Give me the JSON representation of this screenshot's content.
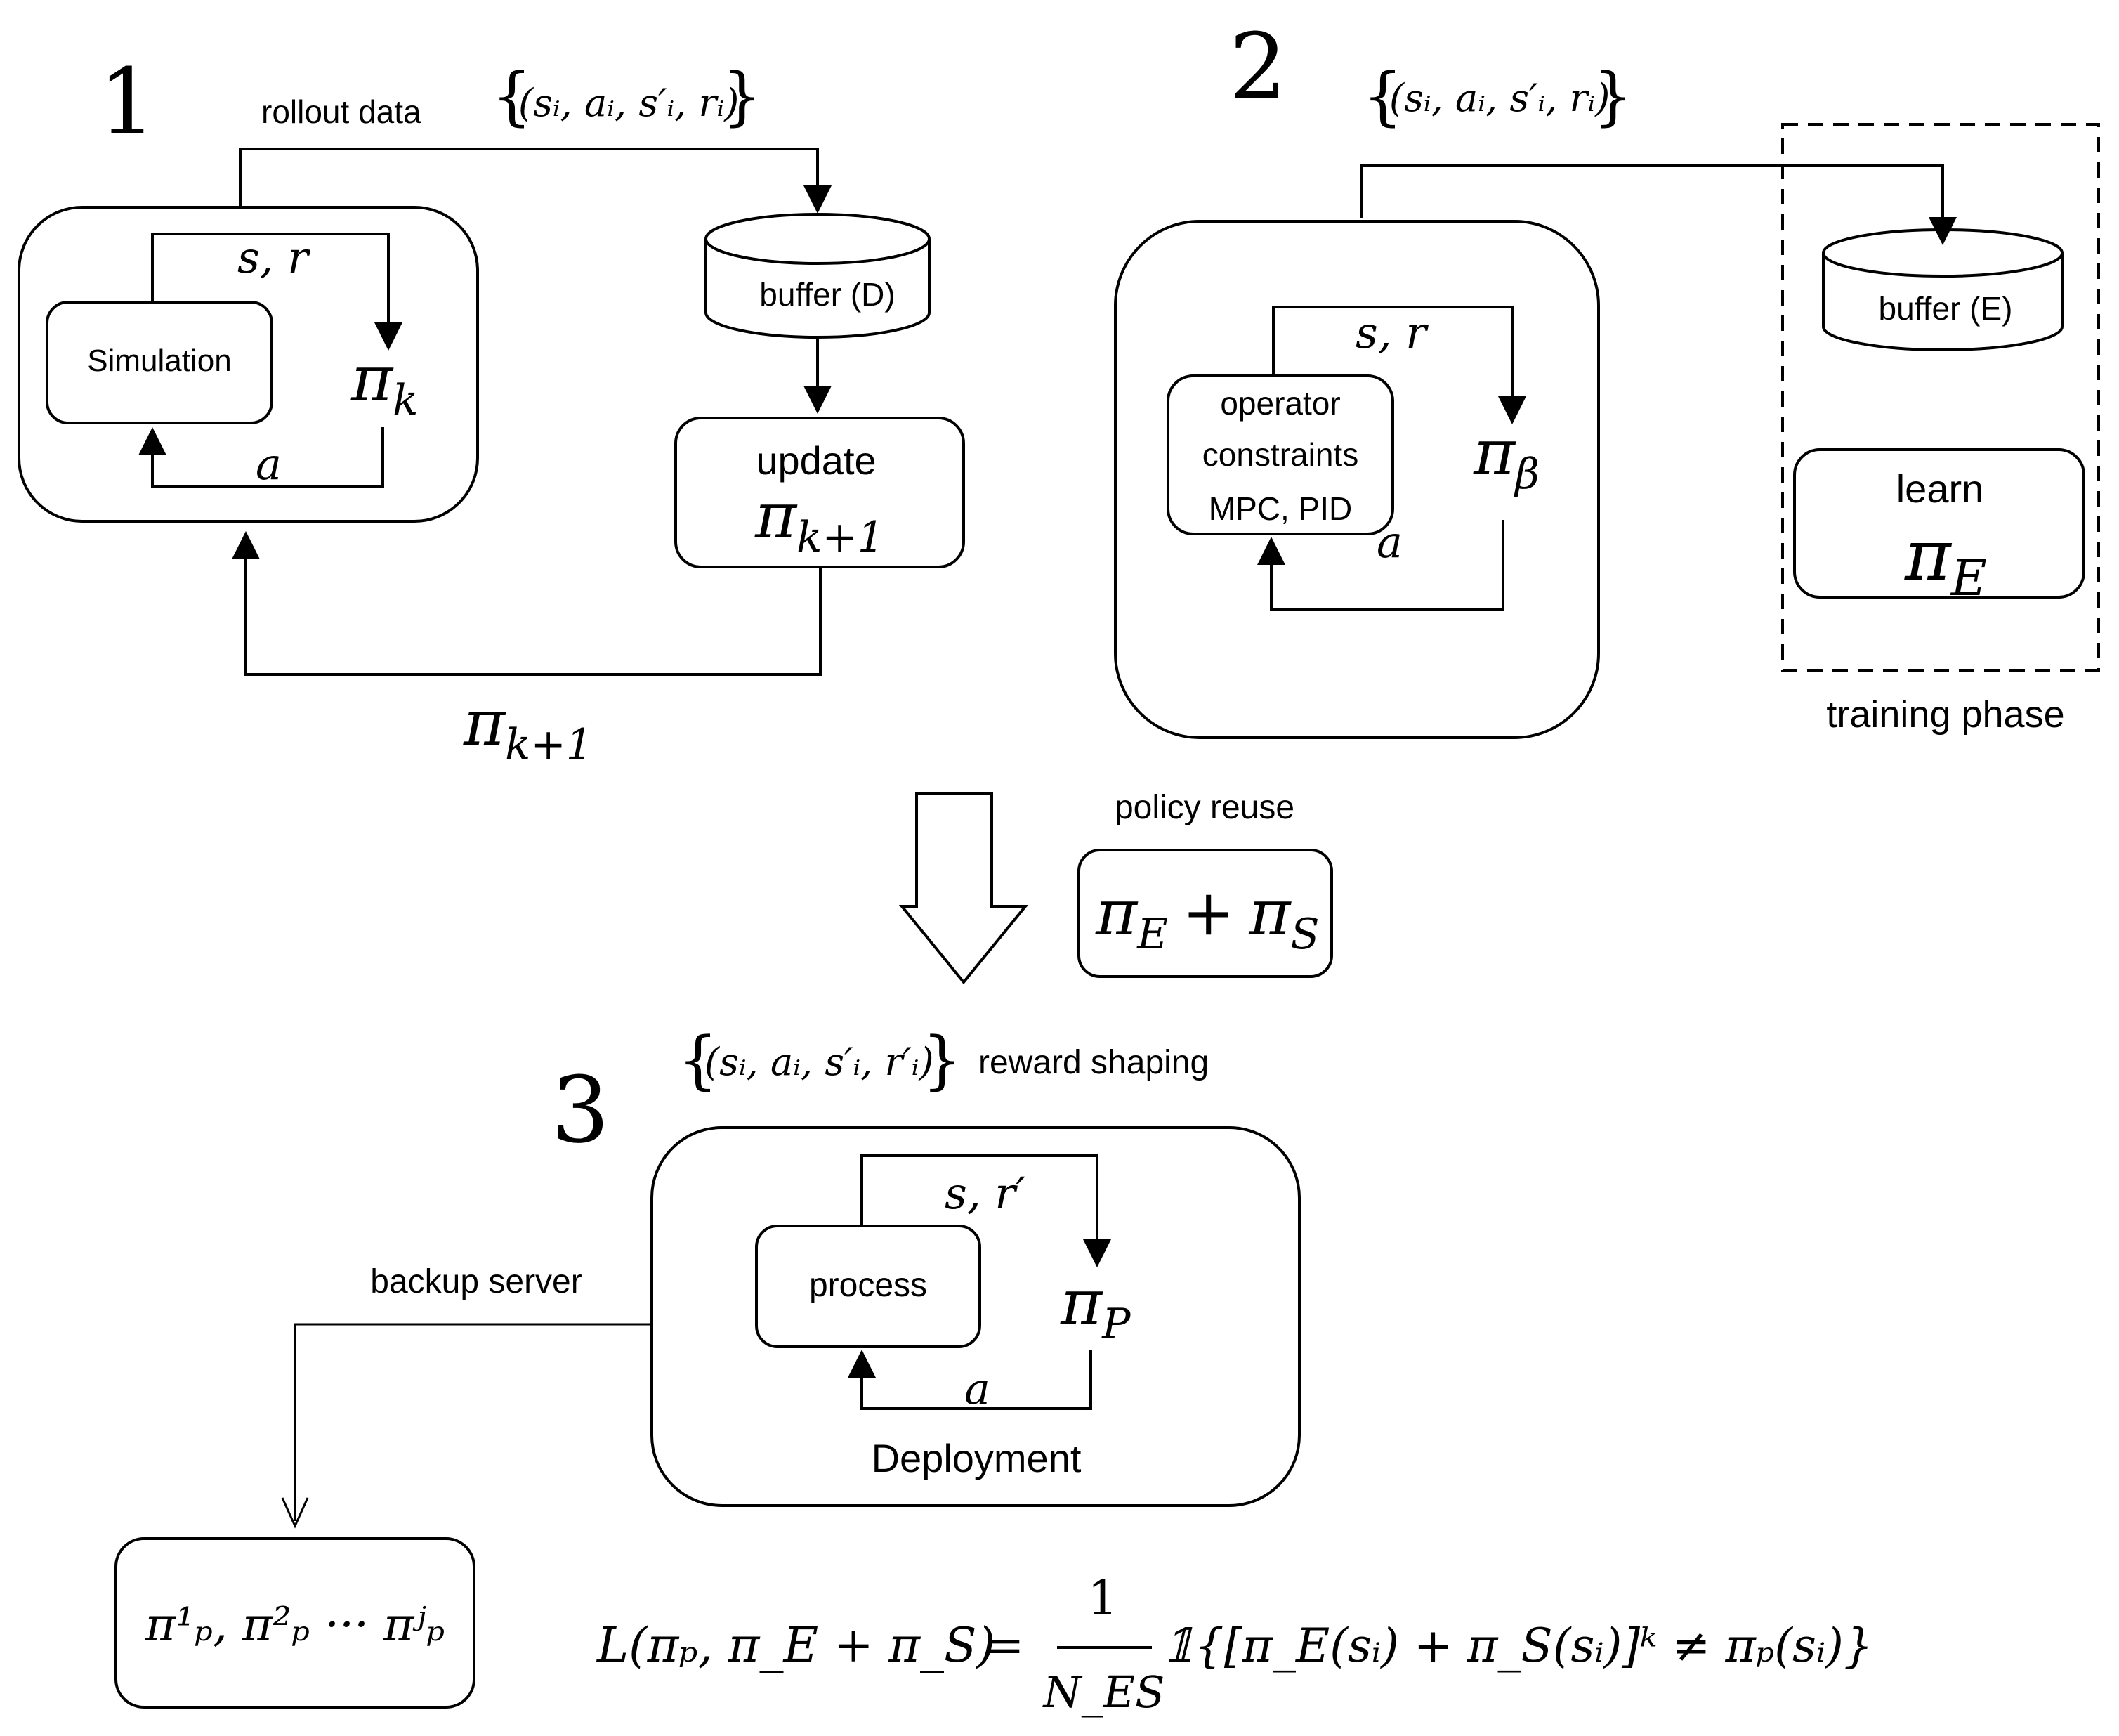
{
  "panel1": {
    "number": "1",
    "rollout_label": "rollout data",
    "rollout_tuple": "(sᵢ, aᵢ, s′ᵢ, rᵢ)",
    "sim_label": "Simulation",
    "state_reward": "s,  r",
    "policy": "π",
    "policy_sub": "k",
    "action": "a",
    "buffer_label": "buffer (D)",
    "update_label": "update",
    "update_policy": "π",
    "update_policy_sub": "k+1",
    "feedback_policy": "π",
    "feedback_policy_sub": "k+1"
  },
  "panel2": {
    "number": "2",
    "tuple": "(sᵢ, aᵢ, s′ᵢ, rᵢ)",
    "operator_line1": "operator",
    "operator_line2": "constraints",
    "operator_line3": "MPC, PID",
    "state_reward": "s,  r",
    "policy": "π",
    "policy_sub": "β",
    "action": "a",
    "buffer_label": "buffer (E)",
    "learn_label": "learn",
    "learn_policy": "π",
    "learn_policy_sub": "E",
    "training_label": "training phase"
  },
  "transition": {
    "reuse_label": "policy reuse",
    "reuse_pi1": "π",
    "reuse_sub1": "E",
    "reuse_plus": "+",
    "reuse_pi2": "π",
    "reuse_sub2": "S"
  },
  "panel3": {
    "number": "3",
    "tuple": "(sᵢ, aᵢ, s′ᵢ, r′ᵢ)",
    "shaping_label": "reward shaping",
    "process_label": "process",
    "state_reward": "s,  r′",
    "policy": "π",
    "policy_sub": "P",
    "action": "a",
    "deployment_label": "Deployment",
    "backup_label": "backup server",
    "backup_policies": "π¹ₚ, π²ₚ ··· πʲₚ"
  },
  "equation": {
    "lhs": "L(πₚ, π_E + π_S)",
    "equals": "=",
    "numerator": "1",
    "denominator": "N_ES",
    "rhs": "𝟙{[π_E(sᵢ) + π_S(sᵢ)]ᵏ ≠ πₚ(sᵢ)}"
  }
}
